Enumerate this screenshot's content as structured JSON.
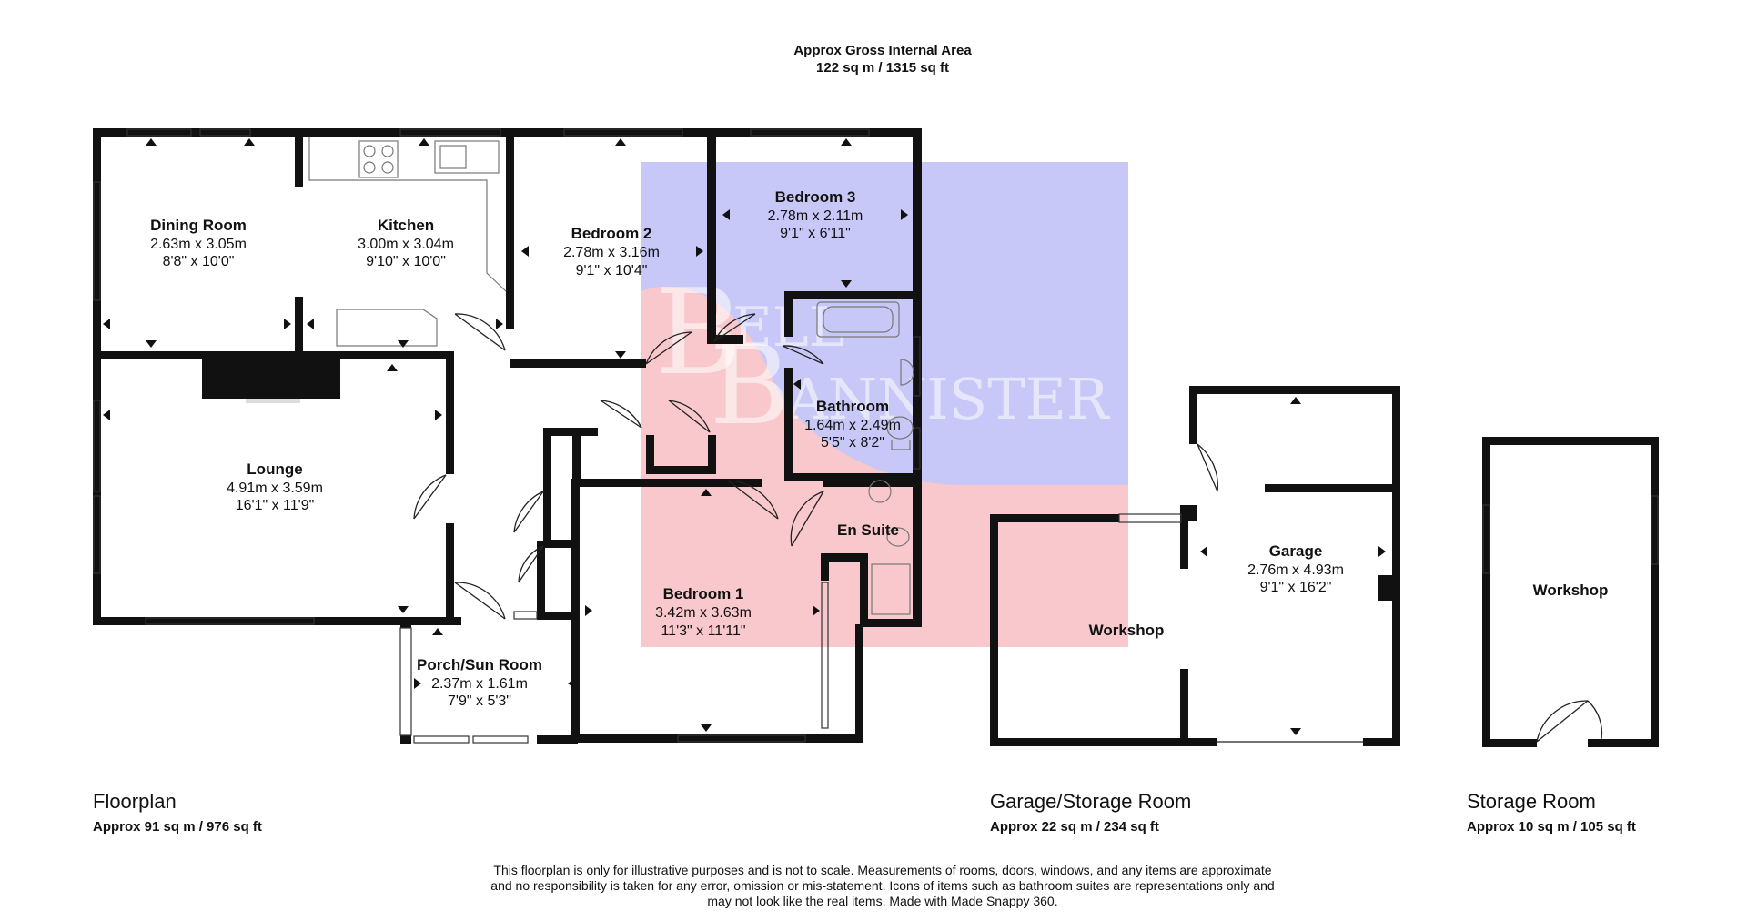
{
  "header": {
    "title": "Approx Gross Internal Area",
    "total": "122 sq m / 1315 sq ft"
  },
  "watermark": {
    "letters": [
      "B",
      "ELL",
      "B",
      "ANNISTER"
    ],
    "colors": {
      "blue": "#c8c8f8",
      "red": "#f8c8cc"
    }
  },
  "rooms": [
    {
      "id": "dining",
      "name": "Dining Room",
      "metric": "2.63m x 3.05m",
      "imperial": "8'8\" x 10'0\""
    },
    {
      "id": "kitchen",
      "name": "Kitchen",
      "metric": "3.00m x 3.04m",
      "imperial": "9'10\" x 10'0\""
    },
    {
      "id": "bedroom2",
      "name": "Bedroom 2",
      "metric": "2.78m x 3.16m",
      "imperial": "9'1\" x 10'4\""
    },
    {
      "id": "bedroom3",
      "name": "Bedroom 3",
      "metric": "2.78m x 2.11m",
      "imperial": "9'1\" x 6'11\""
    },
    {
      "id": "bathroom",
      "name": "Bathroom",
      "metric": "1.64m x 2.49m",
      "imperial": "5'5\" x 8'2\""
    },
    {
      "id": "lounge",
      "name": "Lounge",
      "metric": "4.91m x 3.59m",
      "imperial": "16'1\" x 11'9\""
    },
    {
      "id": "ensuite",
      "name": "En Suite"
    },
    {
      "id": "bedroom1",
      "name": "Bedroom 1",
      "metric": "3.42m x 3.63m",
      "imperial": "11'3\" x 11'11\""
    },
    {
      "id": "porch",
      "name": "Porch/Sun Room",
      "metric": "2.37m x 1.61m",
      "imperial": "7'9\" x 5'3\""
    },
    {
      "id": "workshop1",
      "name": "Workshop"
    },
    {
      "id": "garage",
      "name": "Garage",
      "metric": "2.76m x 4.93m",
      "imperial": "9'1\" x 16'2\""
    },
    {
      "id": "workshop2",
      "name": "Workshop"
    }
  ],
  "sections": [
    {
      "name": "Floorplan",
      "area": "Approx 91 sq m / 976 sq ft"
    },
    {
      "name": "Garage/Storage Room",
      "area": "Approx 22 sq m / 234 sq ft"
    },
    {
      "name": "Storage Room",
      "area": "Approx 10 sq m / 105 sq ft"
    }
  ],
  "disclaimer": [
    "This floorplan is only for illustrative purposes and is not to scale. Measurements of rooms, doors, windows, and any items are approximate",
    "and no responsibility is taken for any error, omission or mis-statement. Icons of items such as bathroom suites are representations only and",
    "may not look like the real items. Made with Made Snappy 360."
  ]
}
